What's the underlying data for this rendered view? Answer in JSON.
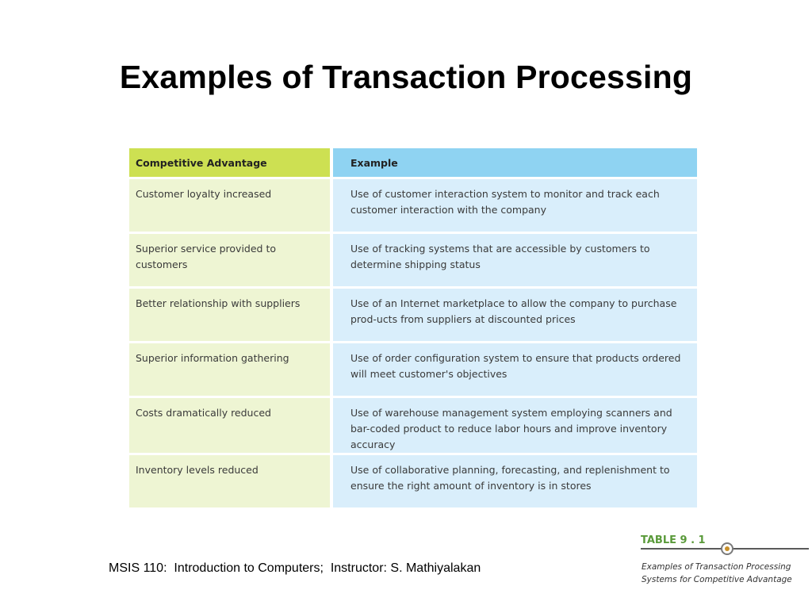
{
  "slide": {
    "title": "Examples of Transaction Processing"
  },
  "table": {
    "headers": {
      "advantage": "Competitive Advantage",
      "example": "Example"
    },
    "rows": [
      {
        "advantage": "Customer loyalty increased",
        "example": "Use of customer interaction system to monitor and track each customer interaction with the company"
      },
      {
        "advantage": "Superior service provided to customers",
        "example": "Use of tracking systems that are accessible by customers to determine shipping status"
      },
      {
        "advantage": "Better relationship with suppliers",
        "example": "Use of an Internet marketplace to allow the company to purchase prod-ucts from suppliers at discounted prices"
      },
      {
        "advantage": "Superior information gathering",
        "example": "Use of order configuration system to ensure that products ordered will meet customer's objectives"
      },
      {
        "advantage": "Costs dramatically reduced",
        "example": "Use of warehouse management system employing scanners and bar-coded product to reduce labor hours and improve inventory accuracy"
      },
      {
        "advantage": "Inventory levels reduced",
        "example": "Use of collaborative planning, forecasting, and replenishment to ensure the right amount of inventory is in stores"
      }
    ],
    "colors": {
      "advantage_header": "#cde052",
      "example_header": "#8fd3f2",
      "advantage_cell": "#eef5d3",
      "example_cell": "#d9eefb"
    }
  },
  "footer": {
    "text": "MSIS 110:  Introduction to Computers;  Instructor: S. Mathiyalakan"
  },
  "badge": {
    "title": "TABLE 9 . 1",
    "caption": "Examples of Transaction Processing Systems for Competitive Advantage",
    "accent_color": "#5a9a3a"
  }
}
